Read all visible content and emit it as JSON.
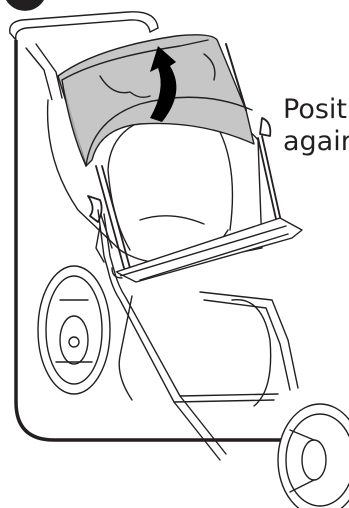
{
  "instruction": {
    "line1": "Posit",
    "line2": "agair"
  },
  "colors": {
    "canopy_fill": "#c6c6c6",
    "canopy_shadow": "#a8a8a8",
    "outline": "#231f20",
    "arrow": "#000000",
    "frame": "#ffffff"
  },
  "icons": [
    "step-badge",
    "rotate-arrow-icon"
  ]
}
